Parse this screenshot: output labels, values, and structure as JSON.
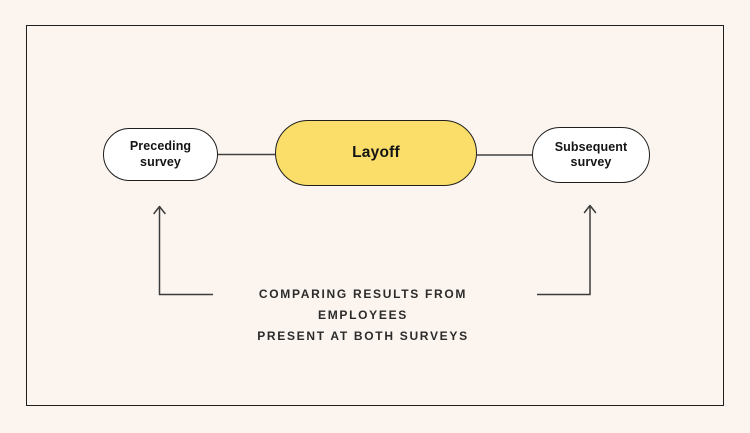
{
  "canvas": {
    "background_color": "#FCF5EF",
    "frame_border_color": "#1F1F1F"
  },
  "diagram": {
    "nodes": {
      "preceding": {
        "label": "Preceding\nsurvey",
        "fill": "#FFFFFF",
        "border": "#1F1F1F"
      },
      "layoff": {
        "label": "Layoff",
        "fill": "#FADE69",
        "border": "#1F1F1F"
      },
      "subsequent": {
        "label": "Subsequent\nsurvey",
        "fill": "#FFFFFF",
        "border": "#1F1F1F"
      }
    },
    "connectors": {
      "color": "#424242"
    },
    "arrows": {
      "color": "#3C3C3C",
      "left_target": "preceding",
      "right_target": "subsequent"
    },
    "caption": {
      "line1": "COMPARING RESULTS FROM EMPLOYEES",
      "line2": "PRESENT AT BOTH SURVEYS",
      "color": "#2B2B2B"
    }
  }
}
